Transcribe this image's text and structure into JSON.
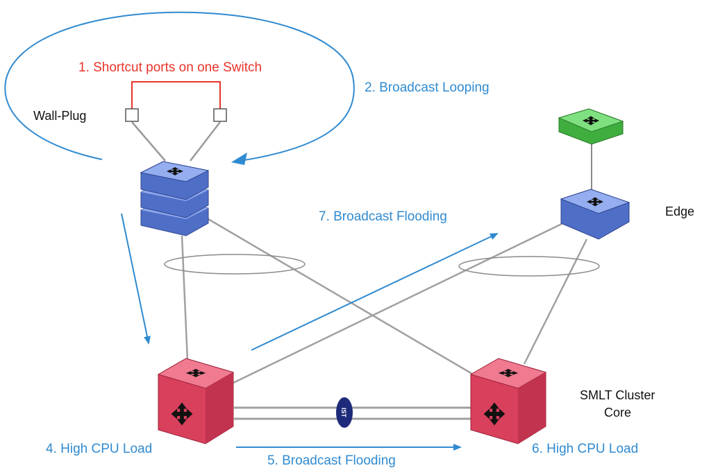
{
  "labels": {
    "shortcut": "1. Shortcut ports on one Switch",
    "looping": "2. Broadcast Looping",
    "wall_plug": "Wall-Plug",
    "flooding7": "7. Broadcast Flooding",
    "edge": "Edge",
    "cpu4": "4. High CPU Load",
    "flooding5": "5. Broadcast Flooding",
    "cpu6": "6. High CPU Load",
    "smlt_line1": "SMLT Cluster",
    "smlt_line2": "Core",
    "ist": "IST"
  },
  "colors": {
    "annotation_blue": "#2f8ad0",
    "annotation_red": "#e8332a",
    "stack_switch": "#6f8fe0",
    "edge_switch": "#6f8fe0",
    "top_switch": "#5cc95c",
    "core_switch": "#e8506a",
    "ist_badge": "#1e2a7a"
  }
}
